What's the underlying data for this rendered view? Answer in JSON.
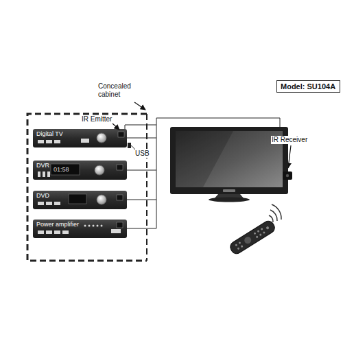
{
  "diagram": {
    "nodes": [
      {
        "text": [
          "Model: SU104A"
        ]
      },
      {
        "text": [
          "Digital TV"
        ]
      },
      {
        "text": [
          "DVR",
          "01:58"
        ]
      },
      {
        "text": [
          "DVD"
        ]
      },
      {
        "text": [
          "Power amplifier"
        ]
      }
    ],
    "labels": [
      "Concealed cabinet",
      "IR Emitter",
      "USB",
      "IR Receiver"
    ]
  }
}
